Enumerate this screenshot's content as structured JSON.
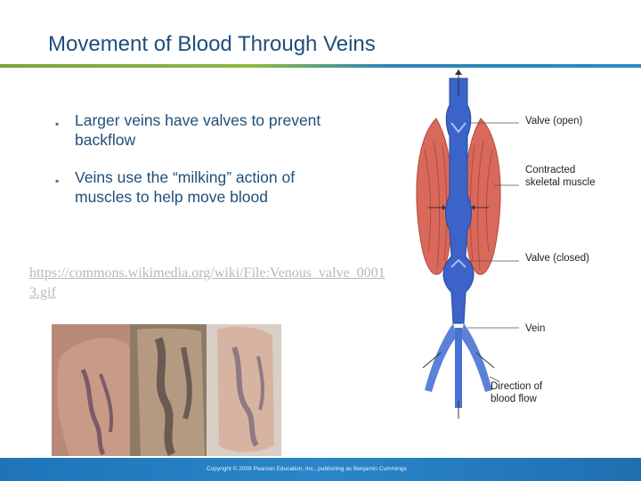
{
  "slide": {
    "title": "Movement of Blood Through Veins",
    "bullets": [
      {
        "icon": "square-bullet-icon",
        "text": "Larger veins have valves to prevent backflow"
      },
      {
        "icon": "square-bullet-icon",
        "text": "Veins use the “milking” action of muscles to help move blood"
      }
    ],
    "link": "https://commons.wikimedia.org/wiki/File:Venous_valve_00013.gif"
  },
  "diagram": {
    "labels": {
      "valve_open": "Valve (open)",
      "contracted_muscle": "Contracted skeletal muscle",
      "valve_closed": "Valve (closed)",
      "vein": "Vein",
      "direction": "Direction of blood flow"
    }
  },
  "footer": {
    "copyright": "Copyright © 2009 Pearson Education, Inc., publishing as Benjamin Cummings"
  },
  "colors": {
    "title": "#1f4e79",
    "vein_blue": "#3b63c8",
    "muscle_red": "#d9695a",
    "footer_bar": "#2a86c8",
    "rule_green": "#8bb845"
  }
}
